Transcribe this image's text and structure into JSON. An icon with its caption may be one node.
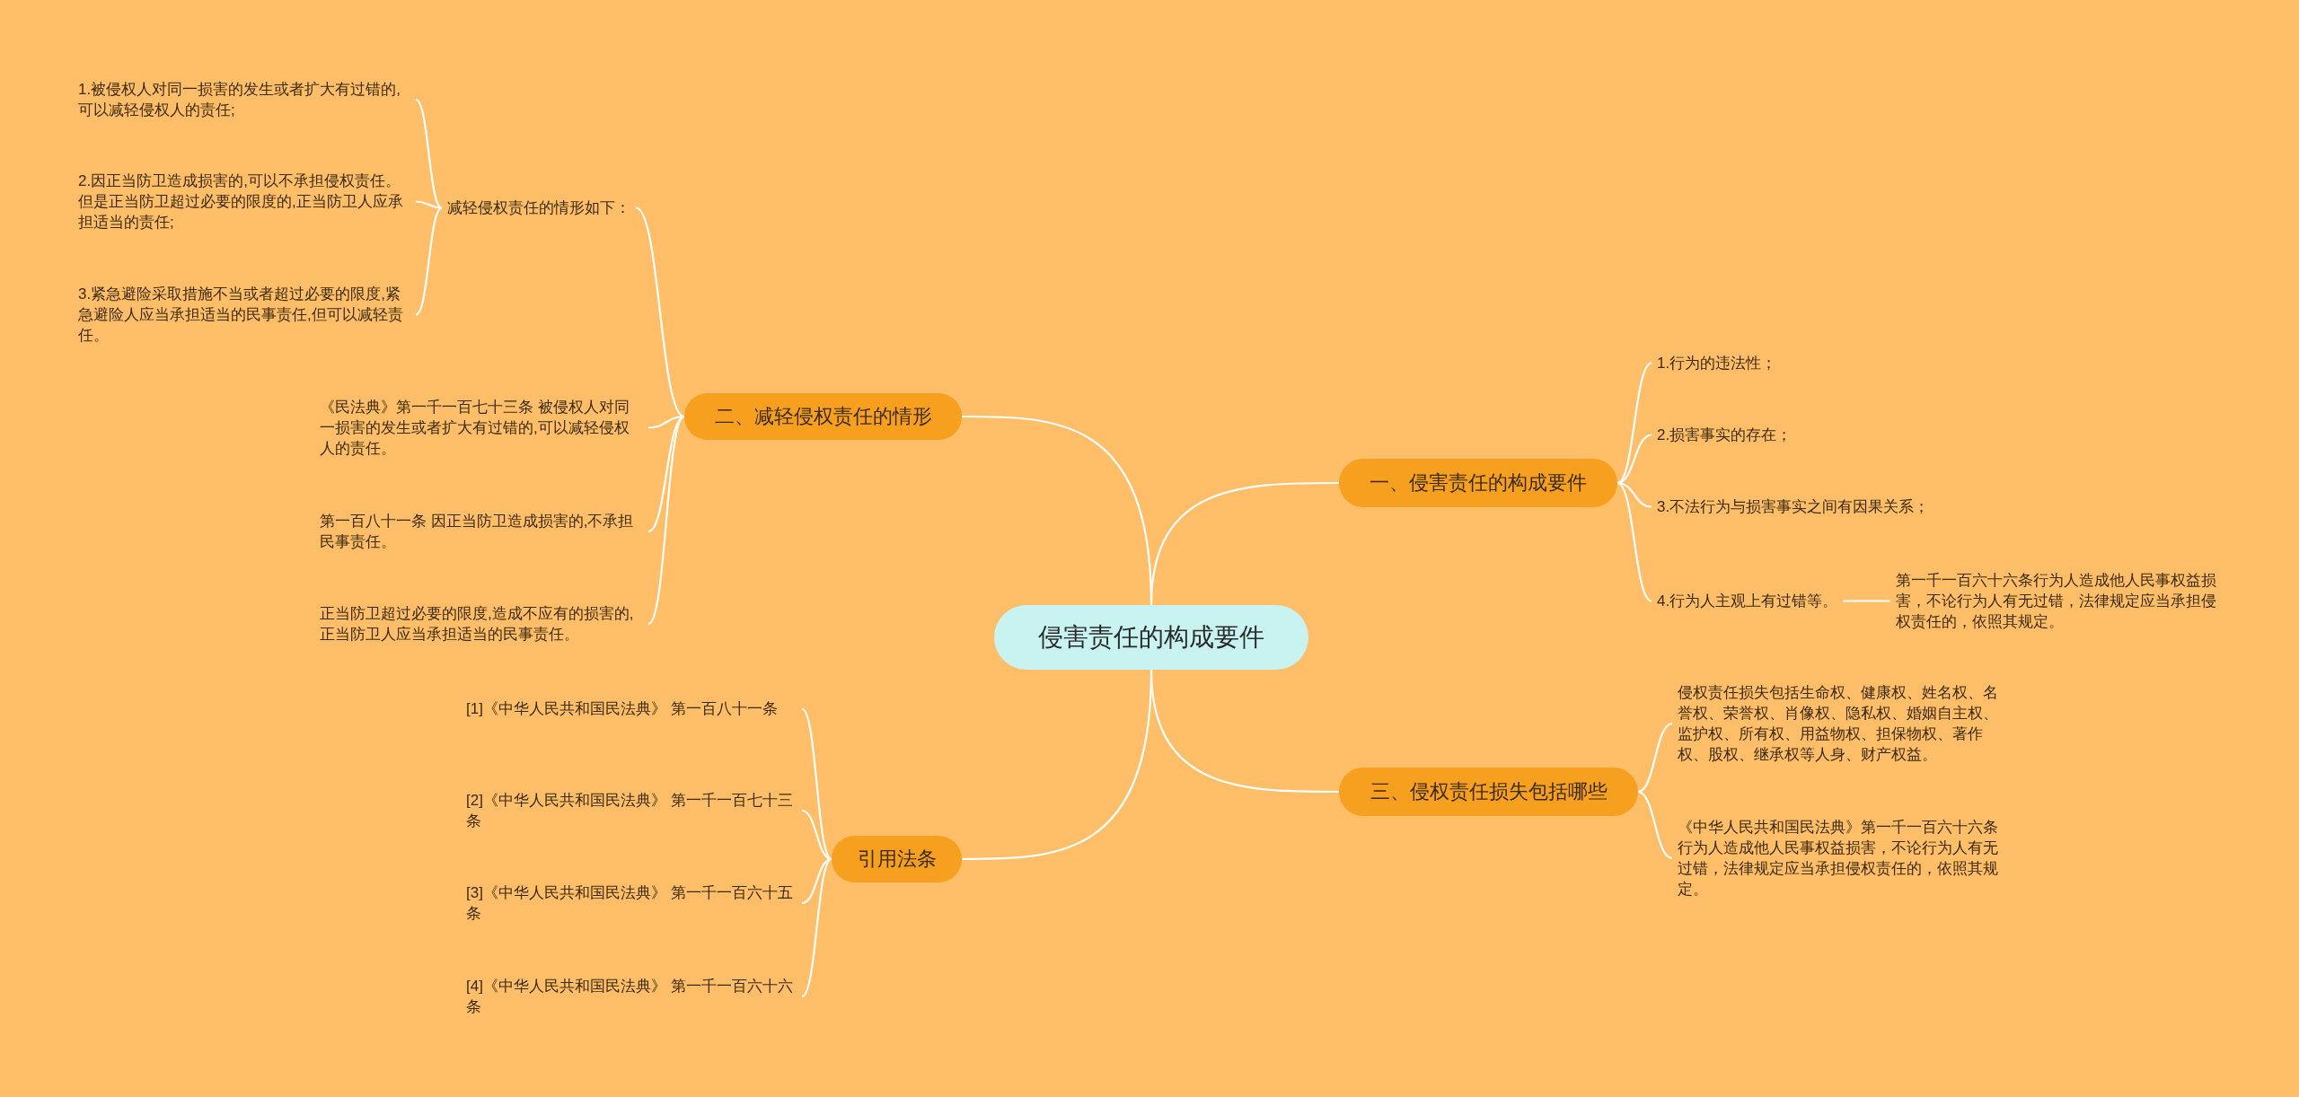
{
  "diagram": {
    "nodes": [
      {
        "text": [
          "侵害责任的构成要件"
        ]
      },
      {
        "text": [
          "二、减轻侵权责任的情形"
        ]
      },
      {
        "text": [
          "减轻侵权责任的情形如下："
        ]
      },
      {
        "text": [
          "1.被侵权人对同一损害的发生或者扩大有过错的,可以减轻侵权人的责任;"
        ]
      },
      {
        "text": [
          "2.因正当防卫造成损害的,可以不承担侵权责任。但是正当防卫超过必要的限度的,正当防卫人应承担适当的责任;"
        ]
      },
      {
        "text": [
          "3.紧急避险采取措施不当或者超过必要的限度,紧急避险人应当承担适当的民事责任,但可以减轻责任。"
        ]
      },
      {
        "text": [
          "《民法典》第一千一百七十三条 被侵权人对同一损害的发生或者扩大有过错的,可以减轻侵权人的责任。"
        ]
      },
      {
        "text": [
          "第一百八十一条 因正当防卫造成损害的,不承担民事责任。"
        ]
      },
      {
        "text": [
          "正当防卫超过必要的限度,造成不应有的损害的,正当防卫人应当承担适当的民事责任。"
        ]
      },
      {
        "text": [
          "引用法条"
        ]
      },
      {
        "text": [
          "[1]《中华人民共和国民法典》 第一百八十一条"
        ]
      },
      {
        "text": [
          "[2]《中华人民共和国民法典》 第一千一百七十三条"
        ]
      },
      {
        "text": [
          "[3]《中华人民共和国民法典》 第一千一百六十五条"
        ]
      },
      {
        "text": [
          "[4]《中华人民共和国民法典》 第一千一百六十六条"
        ]
      },
      {
        "text": [
          "一、侵害责任的构成要件"
        ]
      },
      {
        "text": [
          "1.行为的违法性；"
        ]
      },
      {
        "text": [
          "2.损害事实的存在；"
        ]
      },
      {
        "text": [
          "3.不法行为与损害事实之间有因果关系；"
        ]
      },
      {
        "text": [
          "4.行为人主观上有过错等。"
        ]
      },
      {
        "text": [
          "第一千一百六十六条行为人造成他人民事权益损害，不论行为人有无过错，法律规定应当承担侵权责任的，依照其规定。"
        ]
      },
      {
        "text": [
          "三、侵权责任损失包括哪些"
        ]
      },
      {
        "text": [
          "侵权责任损失包括生命权、健康权、姓名权、名誉权、荣誉权、肖像权、隐私权、婚姻自主权、监护权、所有权、用益物权、担保物权、著作权、股权、继承权等人身、财产权益。"
        ]
      },
      {
        "text": [
          "《中华人民共和国民法典》第一千一百六十六条行为人造成他人民事权益损害，不论行为人有无过错，法律规定应当承担侵权责任的，依照其规定。"
        ]
      }
    ],
    "edges": [
      {
        "from": 0,
        "to": 1,
        "arrow": "none"
      },
      {
        "from": 1,
        "to": 2,
        "arrow": "none"
      },
      {
        "from": 2,
        "to": 3,
        "arrow": "none"
      },
      {
        "from": 2,
        "to": 4,
        "arrow": "none"
      },
      {
        "from": 2,
        "to": 5,
        "arrow": "none"
      },
      {
        "from": 1,
        "to": 6,
        "arrow": "none"
      },
      {
        "from": 1,
        "to": 7,
        "arrow": "none"
      },
      {
        "from": 1,
        "to": 8,
        "arrow": "none"
      },
      {
        "from": 0,
        "to": 9,
        "arrow": "none"
      },
      {
        "from": 9,
        "to": 10,
        "arrow": "none"
      },
      {
        "from": 9,
        "to": 11,
        "arrow": "none"
      },
      {
        "from": 9,
        "to": 12,
        "arrow": "none"
      },
      {
        "from": 9,
        "to": 13,
        "arrow": "none"
      },
      {
        "from": 0,
        "to": 14,
        "arrow": "none"
      },
      {
        "from": 14,
        "to": 15,
        "arrow": "none"
      },
      {
        "from": 14,
        "to": 16,
        "arrow": "none"
      },
      {
        "from": 14,
        "to": 17,
        "arrow": "none"
      },
      {
        "from": 14,
        "to": 18,
        "arrow": "none"
      },
      {
        "from": 18,
        "to": 19,
        "arrow": "none"
      },
      {
        "from": 0,
        "to": 20,
        "arrow": "none"
      },
      {
        "from": 20,
        "to": 21,
        "arrow": "none"
      },
      {
        "from": 20,
        "to": 22,
        "arrow": "none"
      }
    ]
  }
}
